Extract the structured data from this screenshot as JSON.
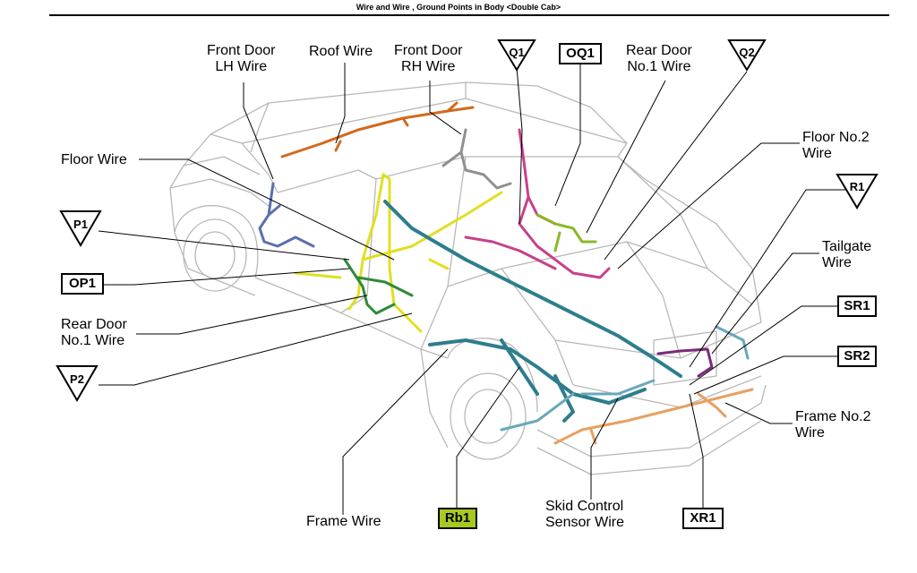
{
  "title": "Wire and Wire , Ground Points in Body <Double Cab>",
  "labels": {
    "front_door_lh_wire": "Front Door\nLH Wire",
    "roof_wire": "Roof Wire",
    "front_door_rh_wire": "Front Door\nRH Wire",
    "rear_door_no1_wire_right": "Rear Door\nNo.1 Wire",
    "floor_no2_wire": "Floor No.2\nWire",
    "floor_wire": "Floor Wire",
    "tailgate_wire": "Tailgate\nWire",
    "rear_door_no1_wire_left": "Rear Door\nNo.1 Wire",
    "frame_no2_wire": "Frame No.2\nWire",
    "frame_wire": "Frame Wire",
    "skid_control_sensor_wire": "Skid Control\nSensor Wire"
  },
  "ground_points": {
    "q1": "Q1",
    "q2": "Q2",
    "p1": "P1",
    "p2": "P2",
    "r1": "R1"
  },
  "connectors": {
    "oq1": "OQ1",
    "op1": "OP1",
    "sr1": "SR1",
    "sr2": "SR2",
    "rb1": "Rb1",
    "xr1": "XR1"
  },
  "colors": {
    "highlight": "#a8c820",
    "roof_wire": "#d2691e",
    "floor_wire": "#e0e020",
    "floor_no2_wire": "#c8408a",
    "frame_wire": "#2e7d8c",
    "frame_no2_wire": "#e8a060",
    "rear_door_wire": "#2e8b3a",
    "front_door_lh_wire": "#5a70b0",
    "front_door_rh_wire": "#909090",
    "tailgate_wire": "#7a2a7a"
  }
}
